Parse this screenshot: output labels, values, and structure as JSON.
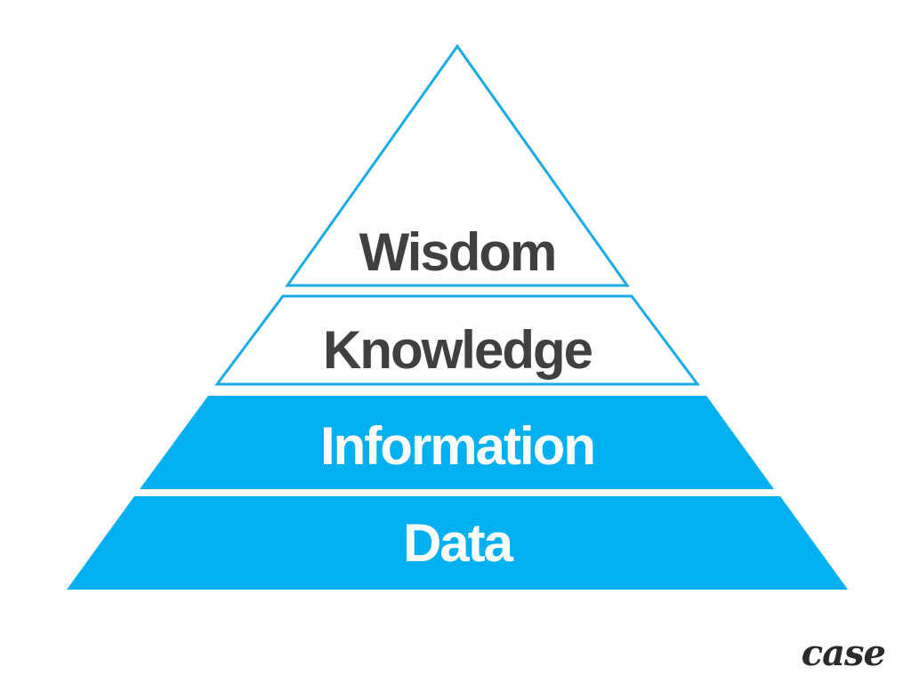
{
  "title": "",
  "colors": {
    "accent": "#00b0f0",
    "outline": "#1aabe6",
    "dark_text": "#404040",
    "light_text": "#ffffff",
    "logo": "#2b2b2b"
  },
  "pyramid": {
    "tiers": [
      {
        "label": "Wisdom",
        "style": "outline"
      },
      {
        "label": "Knowledge",
        "style": "outline"
      },
      {
        "label": "Information",
        "style": "filled"
      },
      {
        "label": "Data",
        "style": "filled"
      }
    ]
  },
  "logo": {
    "text": "case"
  }
}
